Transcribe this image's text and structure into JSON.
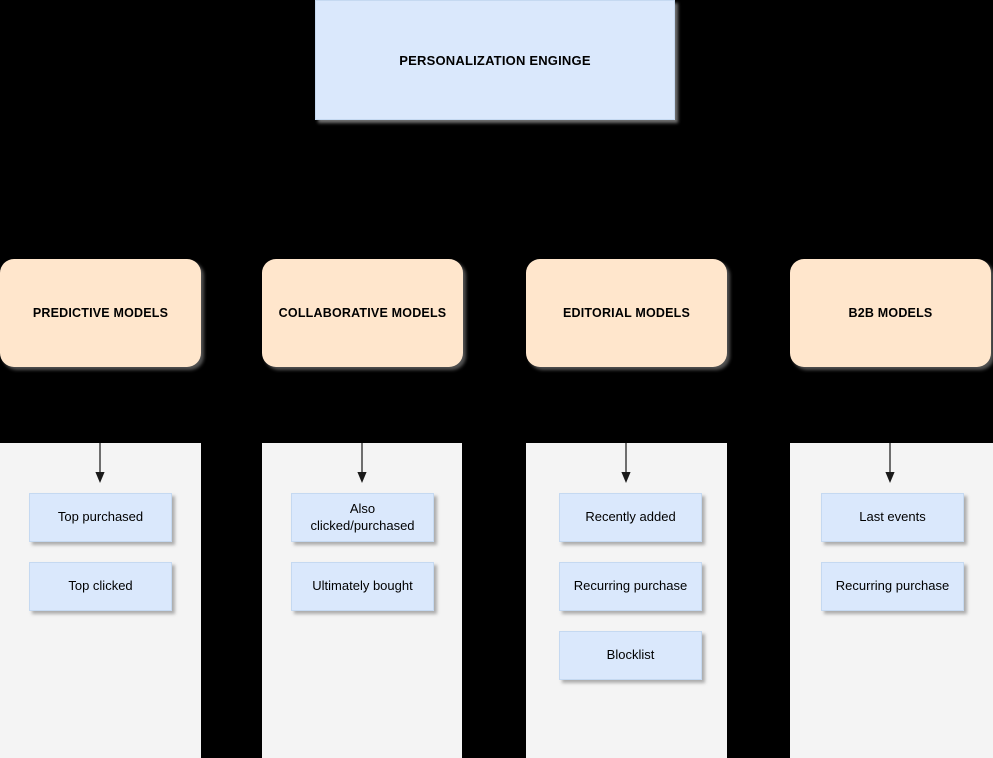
{
  "diagram": {
    "background_color": "#000000",
    "engine": {
      "label": "PERSONALIZATION ENGINGE",
      "fill_color": "#dae8fc"
    },
    "panel_color": "#f4f4f4",
    "leaf_fill_color": "#dae8fc",
    "model_fill_color": "#ffe6cc",
    "arrow_color": "#4d4d4d",
    "columns": [
      {
        "model": "PREDICTIVE MODELS",
        "items": [
          "Top purchased",
          "Top clicked"
        ]
      },
      {
        "model": "COLLABORATIVE MODELS",
        "items": [
          "Also clicked/purchased",
          "Ultimately bought"
        ]
      },
      {
        "model": "EDITORIAL MODELS",
        "items": [
          "Recently added",
          "Recurring purchase",
          "Blocklist"
        ]
      },
      {
        "model": "B2B MODELS",
        "items": [
          "Last events",
          "Recurring purchase"
        ]
      }
    ]
  }
}
